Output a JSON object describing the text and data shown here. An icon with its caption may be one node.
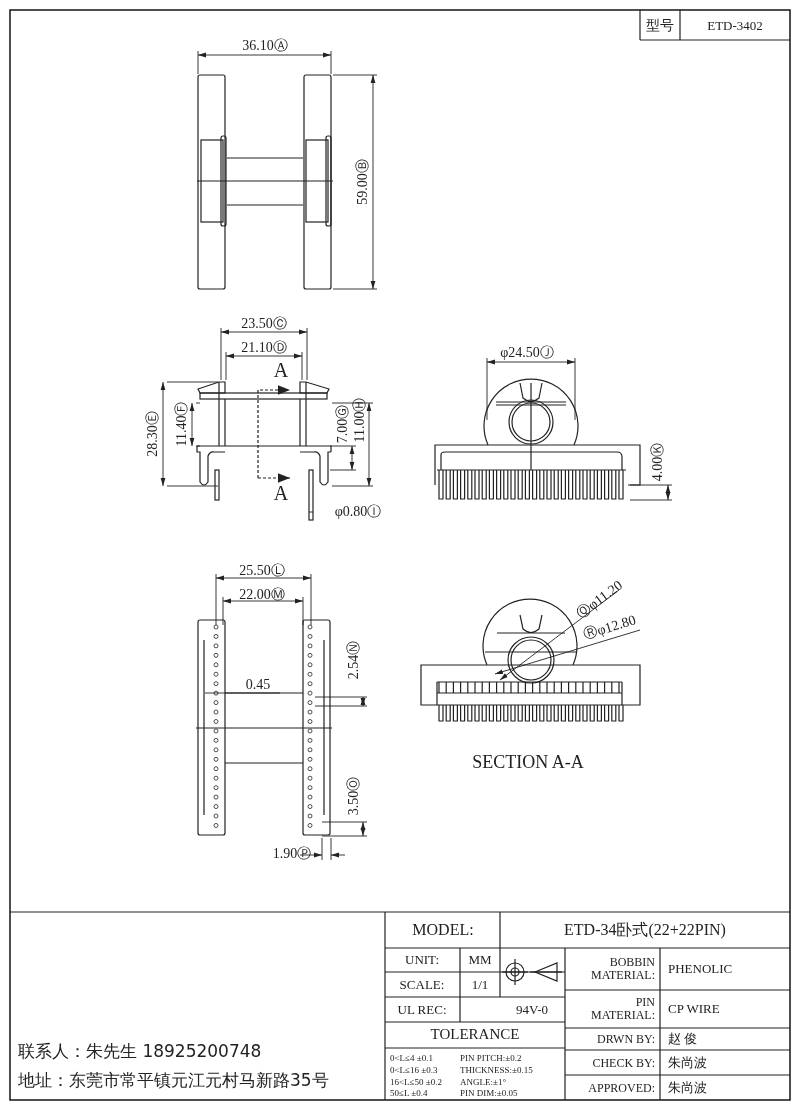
{
  "diagram": {
    "labels": [
      "型号",
      "ETD-3402",
      "36.10Ⓐ",
      "59.00Ⓑ",
      "23.50Ⓒ",
      "21.10Ⓓ",
      "A",
      "28.30Ⓔ",
      "11.40Ⓕ",
      "7.00Ⓖ",
      "11.00Ⓗ",
      "A",
      "φ24.50Ⓙ",
      "φ0.80Ⓘ",
      "4.00Ⓚ",
      "25.50Ⓛ",
      "22.00Ⓜ",
      "0.45",
      "2.54Ⓝ",
      "3.50Ⓞ",
      "1.90Ⓟ",
      "Ⓠφ11.20",
      "Ⓡφ12.80",
      "SECTION A-A",
      "联系人：朱先生 18925200748",
      "地址：东莞市常平镇元江元村马新路35号",
      "MODEL:",
      "ETD-34卧式(22+22PIN)",
      "UNIT:",
      "MM",
      "SCALE:",
      "1/1",
      "BOBBIN MATERIAL:",
      "PHENOLIC",
      "UL REC:",
      "94V-0",
      "PIN MATERIAL:",
      "CP WIRE",
      "TOLERANCE",
      "DRWN BY:",
      "赵 俊",
      "0<L≤4 ±0.1",
      "PIN PITCH:±0.2",
      "0<L≤16 ±0.3",
      "THICKNESS:±0.15",
      "16<L≤50 ±0.2",
      "ANGLE:±1°",
      "50≤L ±0.4",
      "PIN DIM:±0.05",
      "CHECK BY:",
      "朱尚波",
      "APPROVED:",
      "朱尚波"
    ]
  }
}
